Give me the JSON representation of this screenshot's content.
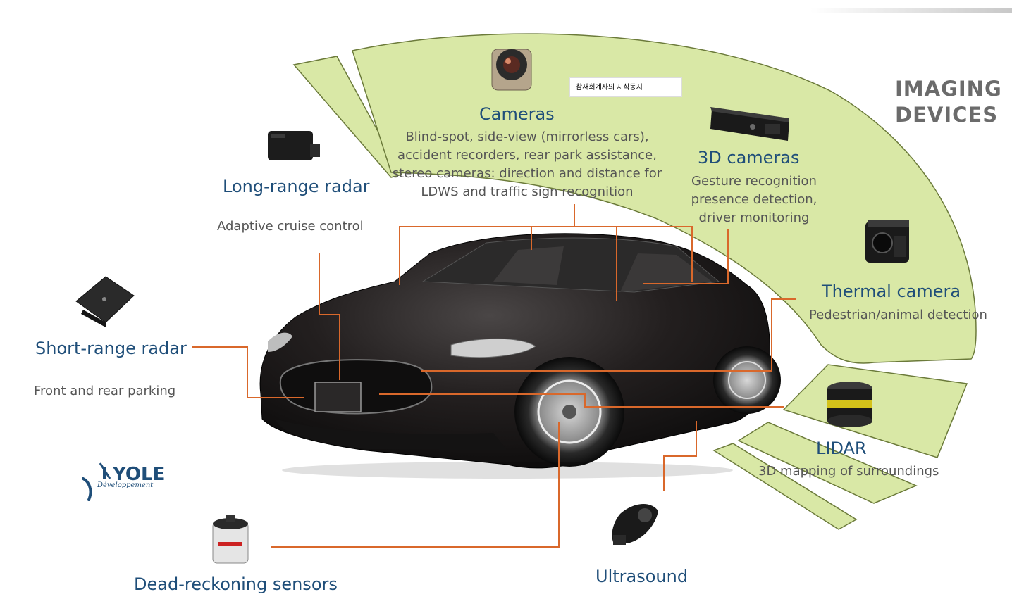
{
  "header": {
    "category_title_line1": "IMAGING",
    "category_title_line2": "DEVICES"
  },
  "watermark": {
    "text": "참새회계사의 지식동지"
  },
  "logo": {
    "text": "YOLE",
    "subtext": "Développement"
  },
  "colors": {
    "band_fill": "#d9e8a6",
    "band_stroke": "#6b7a3a",
    "label_blue": "#1f4e79",
    "connector_orange": "#d9682b",
    "car_body": "#1c1a1a"
  },
  "components": [
    {
      "id": "cameras",
      "title": "Cameras",
      "lines": [
        "Blind-spot, side-view (mirrorless cars),",
        "accident recorders, rear park assistance,",
        "stereo cameras: direction and distance for",
        "LDWS and traffic sign recognition"
      ],
      "icon": "camera-module-icon"
    },
    {
      "id": "3d-cameras",
      "title": "3D cameras",
      "lines": [
        "Gesture recognition",
        "presence detection,",
        "driver monitoring"
      ],
      "icon": "3d-camera-bar-icon"
    },
    {
      "id": "thermal-camera",
      "title": "Thermal camera",
      "lines": [
        "Pedestrian/animal detection"
      ],
      "icon": "thermal-camera-icon"
    },
    {
      "id": "lidar",
      "title": "LIDAR",
      "lines": [
        "3D mapping of surroundings"
      ],
      "icon": "lidar-sensor-icon"
    },
    {
      "id": "ultrasound",
      "title": "Ultrasound",
      "lines": [],
      "icon": "ultrasound-sensor-icon"
    },
    {
      "id": "dead-reckoning",
      "title": "Dead-reckoning sensors",
      "lines": [],
      "icon": "dead-reckoning-sensor-icon"
    },
    {
      "id": "short-range-radar",
      "title": "Short-range radar",
      "lines": [
        "Front and rear parking"
      ],
      "icon": "short-range-radar-icon"
    },
    {
      "id": "long-range-radar",
      "title": "Long-range radar",
      "lines": [
        "Adaptive cruise control"
      ],
      "icon": "long-range-radar-icon"
    }
  ]
}
